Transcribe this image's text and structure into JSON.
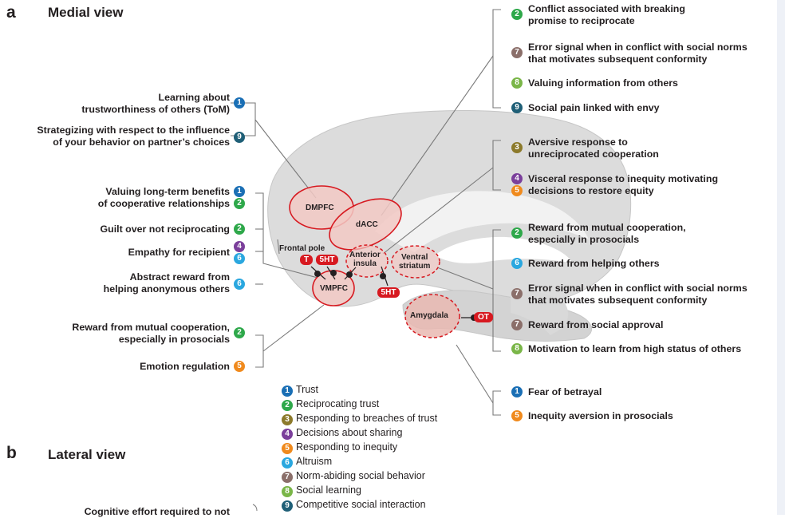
{
  "panel_a": {
    "letter": "a",
    "title": "Medial view"
  },
  "panel_b": {
    "letter": "b",
    "title": "Lateral view"
  },
  "colors": {
    "1": "#1a6fb5",
    "2": "#2ea84a",
    "3": "#8c7a2b",
    "4": "#7b3f9b",
    "5": "#f08a1d",
    "6": "#2aa7df",
    "7": "#8b6f6a",
    "8": "#7ab648",
    "9": "#1f5f77",
    "region_stroke": "#d71920",
    "brain_fill": "#dcdcdc"
  },
  "left_labels": {
    "trust_tom": {
      "lines": [
        "Learning about",
        "trustworthiness of others (ToM)"
      ],
      "badge": "1"
    },
    "strategizing": {
      "lines": [
        "Strategizing with respect to the influence",
        "of your behavior on partner’s choices"
      ],
      "badge": "9"
    },
    "long_term": {
      "lines": [
        "Valuing long-term benefits",
        "of cooperative relationships"
      ],
      "badges": [
        "1",
        "2"
      ]
    },
    "guilt": {
      "lines": [
        "Guilt over not reciprocating"
      ],
      "badge": "2"
    },
    "empathy": {
      "lines": [
        "Empathy for recipient"
      ],
      "badges": [
        "4",
        "6"
      ]
    },
    "abstract": {
      "lines": [
        "Abstract reward from",
        "helping anonymous others"
      ],
      "badge": "6"
    },
    "reward_mutual": {
      "lines": [
        "Reward from mutual cooperation,",
        "especially in prosocials"
      ],
      "badge": "2"
    },
    "emotion": {
      "lines": [
        "Emotion regulation"
      ],
      "badge": "5"
    },
    "cognitive": {
      "lines": [
        "Cognitive effort required to not"
      ]
    }
  },
  "right_labels": {
    "conflict": {
      "lines": [
        "Conflict associated with breaking",
        "promise to reciprocate"
      ],
      "badge": "2"
    },
    "error1": {
      "lines": [
        "Error signal when in conflict with social norms",
        "that motivates subsequent conformity"
      ],
      "badge": "7"
    },
    "valuing_info": {
      "lines": [
        "Valuing information from others"
      ],
      "badge": "8"
    },
    "social_pain": {
      "lines": [
        "Social pain linked with envy"
      ],
      "badge": "9"
    },
    "aversive": {
      "lines": [
        "Aversive response to",
        "unreciprocated cooperation"
      ],
      "badge": "3"
    },
    "visceral": {
      "lines": [
        "Visceral response to inequity motivating"
      ],
      "badge": "4"
    },
    "decisions_restore": {
      "lines": [
        "decisions to restore equity"
      ],
      "badge": "5"
    },
    "reward_mutual_r": {
      "lines": [
        "Reward from mutual cooperation,",
        "especially in prosocials"
      ],
      "badge": "2"
    },
    "reward_helping": {
      "lines": [
        "Reward from helping others"
      ],
      "badge": "6"
    },
    "error2": {
      "lines": [
        "Error signal when in conflict with social norms",
        "that motivates subsequent conformity"
      ],
      "badge": "7"
    },
    "approval": {
      "lines": [
        "Reward from social approval"
      ],
      "badge": "7"
    },
    "motivation": {
      "lines": [
        "Motivation to learn from high status of others"
      ],
      "badge": "8"
    },
    "fear": {
      "lines": [
        "Fear of betrayal"
      ],
      "badge": "1"
    },
    "inequity_av": {
      "lines": [
        "Inequity aversion in prosocials"
      ],
      "badge": "5"
    }
  },
  "regions": {
    "dmpfc": "DMPFC",
    "dacc": "dACC",
    "frontal_pole": "Frontal pole",
    "anterior_insula": [
      "Anterior",
      "insula"
    ],
    "ventral_striatum": [
      "Ventral",
      "striatum"
    ],
    "vmpfc": "VMPFC",
    "amygdala": "Amygdala"
  },
  "neuro": {
    "t": "T",
    "ht1": "5HT",
    "ht2": "5HT",
    "ot": "OT"
  },
  "legend": [
    {
      "num": "1",
      "label": "Trust"
    },
    {
      "num": "2",
      "label": "Reciprocating trust"
    },
    {
      "num": "3",
      "label": "Responding to breaches of trust"
    },
    {
      "num": "4",
      "label": "Decisions about sharing"
    },
    {
      "num": "5",
      "label": "Responding to inequity"
    },
    {
      "num": "6",
      "label": "Altruism"
    },
    {
      "num": "7",
      "label": "Norm-abiding social behavior"
    },
    {
      "num": "8",
      "label": "Social learning"
    },
    {
      "num": "9",
      "label": "Competitive social interaction"
    }
  ]
}
